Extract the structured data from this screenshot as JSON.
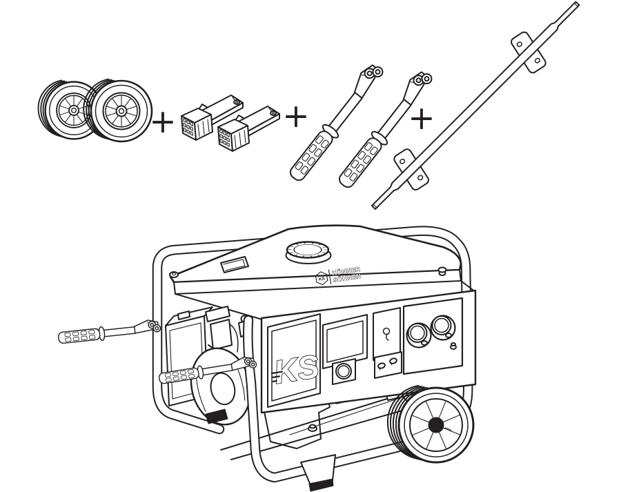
{
  "illustration": {
    "background": "#ffffff",
    "line_color": "#231f20",
    "separators": {
      "plus": "+"
    },
    "brand": {
      "emblem": "KS",
      "name_line1": "KÖNNER",
      "name_line2": "SÖHNEN"
    },
    "control_panel": {
      "emblem": "KS"
    },
    "parts": {
      "wheel_pair": "wheel-pair",
      "foot_brackets": "rubber-foot-brackets",
      "handles": "transport-handles",
      "axle": "wheel-axle-rod",
      "generator": "portable-generator"
    }
  }
}
